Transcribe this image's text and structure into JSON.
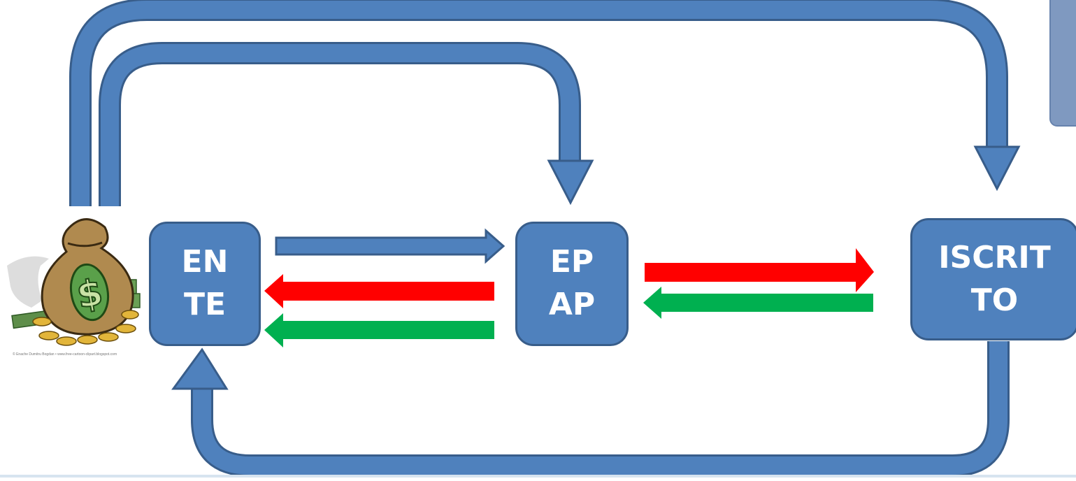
{
  "boxes": {
    "ente": {
      "line1": "EN",
      "line2": "TE"
    },
    "epap": {
      "line1": "EP",
      "line2": "AP"
    },
    "iscritto": {
      "line1": "ISCRIT",
      "line2": "TO"
    }
  },
  "money_bag": {
    "symbol": "$"
  },
  "credit": "© Enache Dumitru Bogdan  •  www.free-cartoon-clipart.blogspot.com",
  "colors": {
    "box_fill": "#4f81bd",
    "box_border": "#385d8a",
    "blue_arrow": "#4f81bd",
    "red_arrow": "#ff0000",
    "green_arrow": "#00b050"
  }
}
